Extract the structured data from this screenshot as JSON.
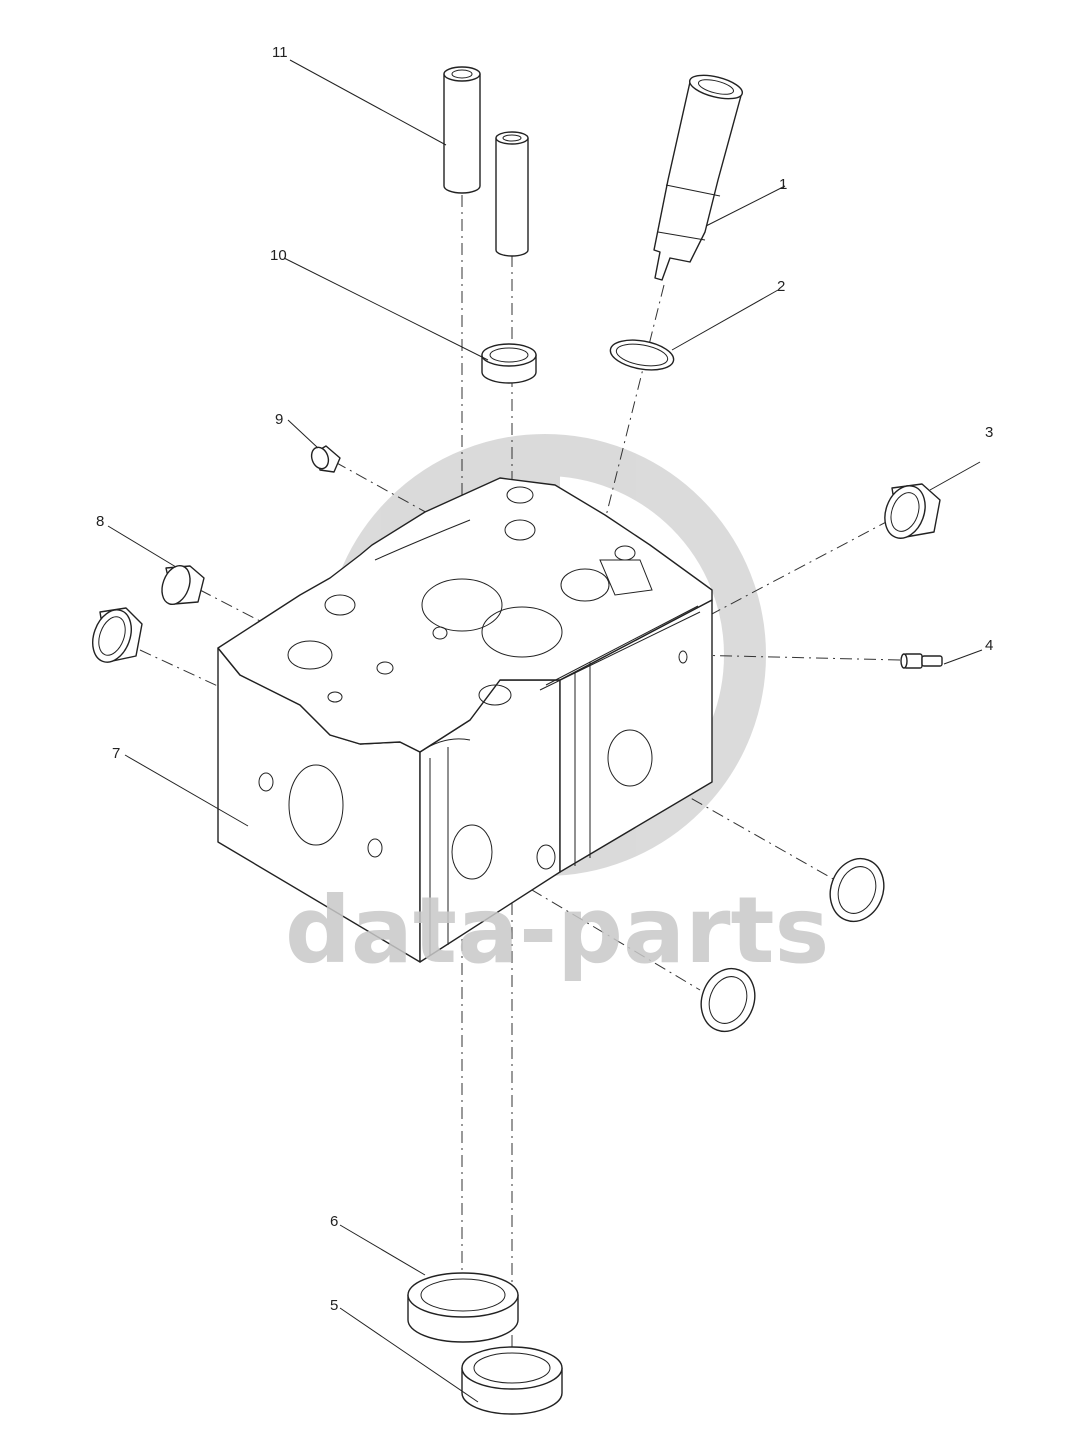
{
  "watermark": {
    "text": "data-parts",
    "color": "#c8c8c8"
  },
  "callouts": [
    {
      "id": "1",
      "label": "1"
    },
    {
      "id": "2",
      "label": "2"
    },
    {
      "id": "3",
      "label": "3"
    },
    {
      "id": "4",
      "label": "4"
    },
    {
      "id": "5",
      "label": "5"
    },
    {
      "id": "6",
      "label": "6"
    },
    {
      "id": "7",
      "label": "7"
    },
    {
      "id": "8",
      "label": "8"
    },
    {
      "id": "9",
      "label": "9"
    },
    {
      "id": "10",
      "label": "10"
    },
    {
      "id": "11",
      "label": "11"
    }
  ]
}
